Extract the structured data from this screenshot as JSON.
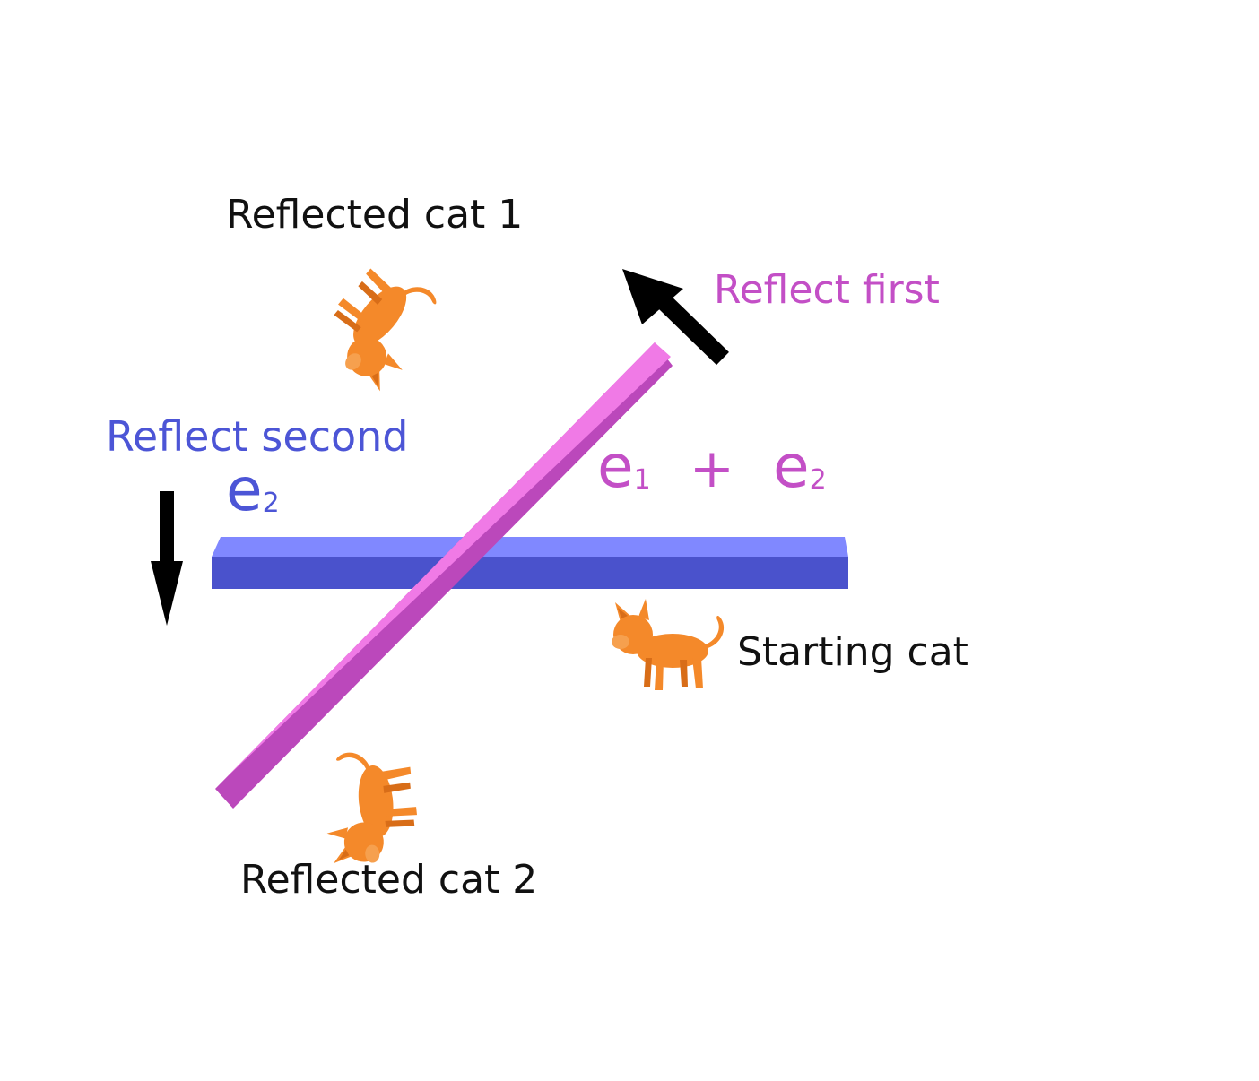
{
  "colors": {
    "blue_bar_top": "#8088ff",
    "blue_bar_front": "#4a52cc",
    "mirror_top": "#f07ae6",
    "mirror_front": "#bb48bb",
    "cat": "#f4892a",
    "cat_dark": "#d86d18",
    "arrow": "#000000",
    "blue_text": "#4c55d6",
    "magenta_text": "#c34fc6"
  },
  "labels": {
    "reflected_cat_1": "Reflected cat 1",
    "reflect_first": "Reflect first",
    "reflect_second": "Reflect second",
    "starting_cat": "Starting cat",
    "reflected_cat_2": "Reflected cat 2"
  },
  "vectors": {
    "blue_symbol": "e",
    "blue_sub": "2",
    "mirror_symbol_a": "e",
    "mirror_sub_a": "1",
    "plus": "+",
    "mirror_symbol_b": "e",
    "mirror_sub_b": "2"
  },
  "icons": {
    "cat": "cat-icon",
    "arrow": "arrow-icon"
  }
}
